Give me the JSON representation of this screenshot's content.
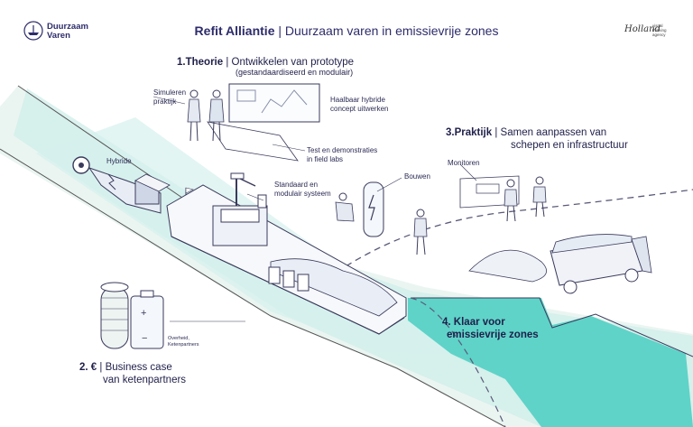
{
  "header": {
    "logo_text_line1": "Duurzaam",
    "logo_text_line2": "Varen",
    "title_bold": "Refit Alliantie",
    "title_separator": " | ",
    "title_rest": "Duurzaam varen in emissievrije zones",
    "agency_signature": "Holland",
    "agency_tagline": [
      "visual",
      "thinking",
      "agency"
    ]
  },
  "steps": {
    "theorie": {
      "number": "1.",
      "label": "Theorie",
      "separator": " | ",
      "line1": "Ontwikkelen van prototype",
      "line2": "(gestandaardiseerd en modulair)"
    },
    "business": {
      "number": "2. €",
      "separator": " | ",
      "line1": "Business case",
      "line2": "van ketenpartners"
    },
    "praktijk": {
      "number": "3.",
      "label": "Praktijk",
      "separator": " | ",
      "line1": "Samen aanpassen van",
      "line2": "schepen en infrastructuur"
    },
    "klaar": {
      "number": "4.",
      "line1": "Klaar voor",
      "line2": "emissievrije zones"
    }
  },
  "annotations": {
    "simuleren_1": "Simuleren",
    "simuleren_2": "praktijk",
    "haalbaar_1": "Haalbaar hybride",
    "haalbaar_2": "concept uitwerken",
    "test_1": "Test en demonstraties",
    "test_2": "in field labs",
    "hybride": "Hybride",
    "standaard_1": "Standaard en",
    "standaard_2": "modulair systeem",
    "bouwen": "Bouwen",
    "monitoren": "Monitoren",
    "overheid_1": "Overheid,",
    "overheid_2": "Ketenpartners"
  },
  "colors": {
    "navy": "#2d2c6b",
    "water": "#5fd3c8",
    "water_light": "#d7f2ef",
    "bank": "#eef6f2",
    "line": "#3a3a5c"
  }
}
